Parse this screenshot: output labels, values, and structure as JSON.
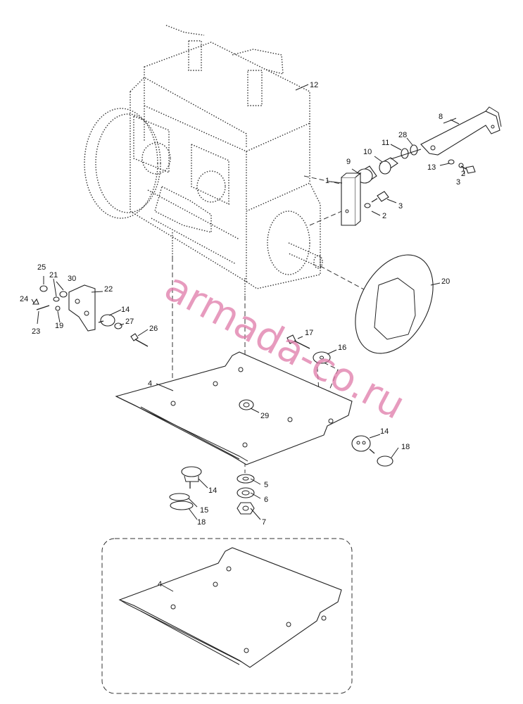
{
  "watermark": "armada-co.ru",
  "callouts": {
    "c1": "1",
    "c2a": "2",
    "c2b": "2",
    "c3a": "3",
    "c3b": "3",
    "c4a": "4",
    "c4b": "4",
    "c5": "5",
    "c6": "6",
    "c7": "7",
    "c8": "8",
    "c9": "9",
    "c10": "10",
    "c11": "11",
    "c12": "12",
    "c13": "13",
    "c14a": "14",
    "c14b": "14",
    "c14c": "14",
    "c15": "15",
    "c16": "16",
    "c17": "17",
    "c18a": "18",
    "c18b": "18",
    "c19": "19",
    "c20": "20",
    "c21": "21",
    "c22": "22",
    "c23": "23",
    "c24": "24",
    "c25": "25",
    "c26": "26",
    "c27": "27",
    "c28": "28",
    "c29": "29",
    "c30": "30"
  },
  "colors": {
    "line": "#222222",
    "watermark": "#e07aa9",
    "background": "#ffffff"
  }
}
